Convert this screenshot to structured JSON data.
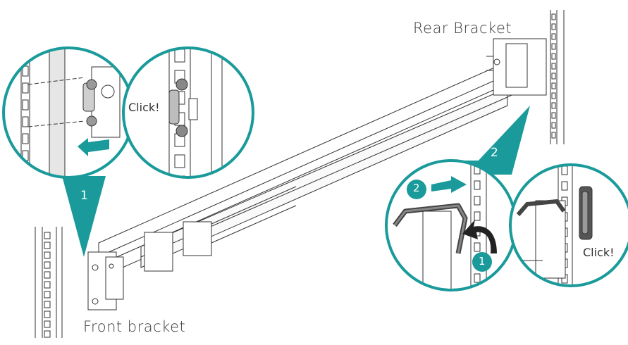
{
  "labels": {
    "rear_bracket": "Rear Bracket",
    "front_bracket": "Front bracket",
    "click_front": "Click!",
    "click_rear": "Click!"
  },
  "steps": {
    "front_step": "1",
    "rear_step": "2",
    "rear_sub_step_a": "2",
    "rear_sub_step_b": "1"
  },
  "colors": {
    "accent": "#1a9a9a",
    "line": "#333333",
    "bracket_dark": "#4a4a4a"
  }
}
